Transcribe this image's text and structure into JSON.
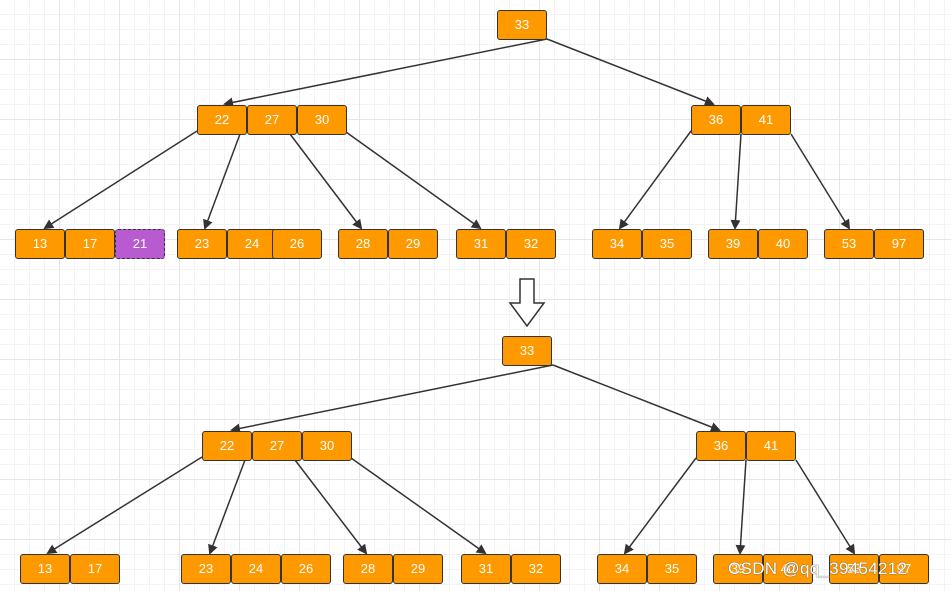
{
  "colors": {
    "node_fill": "#ff9900",
    "node_border": "#333333",
    "highlight_fill": "#b85bd1",
    "key_text": "#ffffff"
  },
  "diagram_before": {
    "root": [
      "33"
    ],
    "level1": [
      [
        "22",
        "27",
        "30"
      ],
      [
        "36",
        "41"
      ]
    ],
    "leaves": [
      [
        "13",
        "17",
        "21"
      ],
      [
        "23",
        "24",
        "26"
      ],
      [
        "28",
        "29"
      ],
      [
        "31",
        "32"
      ],
      [
        "34",
        "35"
      ],
      [
        "39",
        "40"
      ],
      [
        "53",
        "97"
      ]
    ],
    "highlighted_key": "21"
  },
  "transition_icon": "down-arrow-icon",
  "diagram_after": {
    "root": [
      "33"
    ],
    "level1": [
      [
        "22",
        "27",
        "30"
      ],
      [
        "36",
        "41"
      ]
    ],
    "leaves": [
      [
        "13",
        "17"
      ],
      [
        "23",
        "24",
        "26"
      ],
      [
        "28",
        "29"
      ],
      [
        "31",
        "32"
      ],
      [
        "34",
        "35"
      ],
      [
        "39",
        "40"
      ],
      [
        "53",
        "97"
      ]
    ]
  },
  "watermark": "CSDN @qq_39454212"
}
